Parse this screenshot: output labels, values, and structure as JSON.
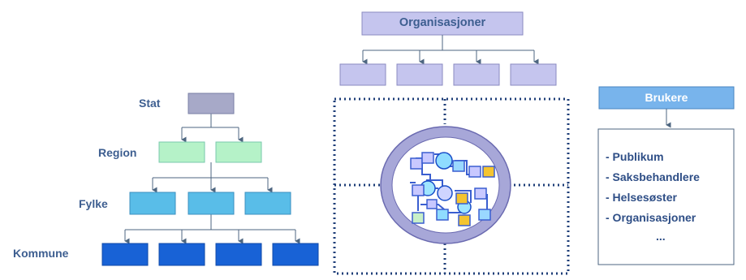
{
  "hierarchy": {
    "levels": [
      "Stat",
      "Region",
      "Fylke",
      "Kommune"
    ]
  },
  "organisations": {
    "title": "Organisasjoner"
  },
  "users": {
    "title": "Brukere",
    "items": [
      "- Publikum",
      "- Saksbehandlere",
      "- Helsesøster",
      "- Organisasjoner"
    ],
    "more": "..."
  },
  "colors": {
    "stat": "#a7a9c8",
    "region": "#b5f2c8",
    "fylke": "#59bde8",
    "kommune": "#1862d6",
    "organisations": "#c5c5ee",
    "users_header": "#78b4ec",
    "ring": "#a7a7d8",
    "connector": "#4d6680"
  },
  "icons": [
    "arrow-down-icon",
    "network-cloud-icon"
  ]
}
